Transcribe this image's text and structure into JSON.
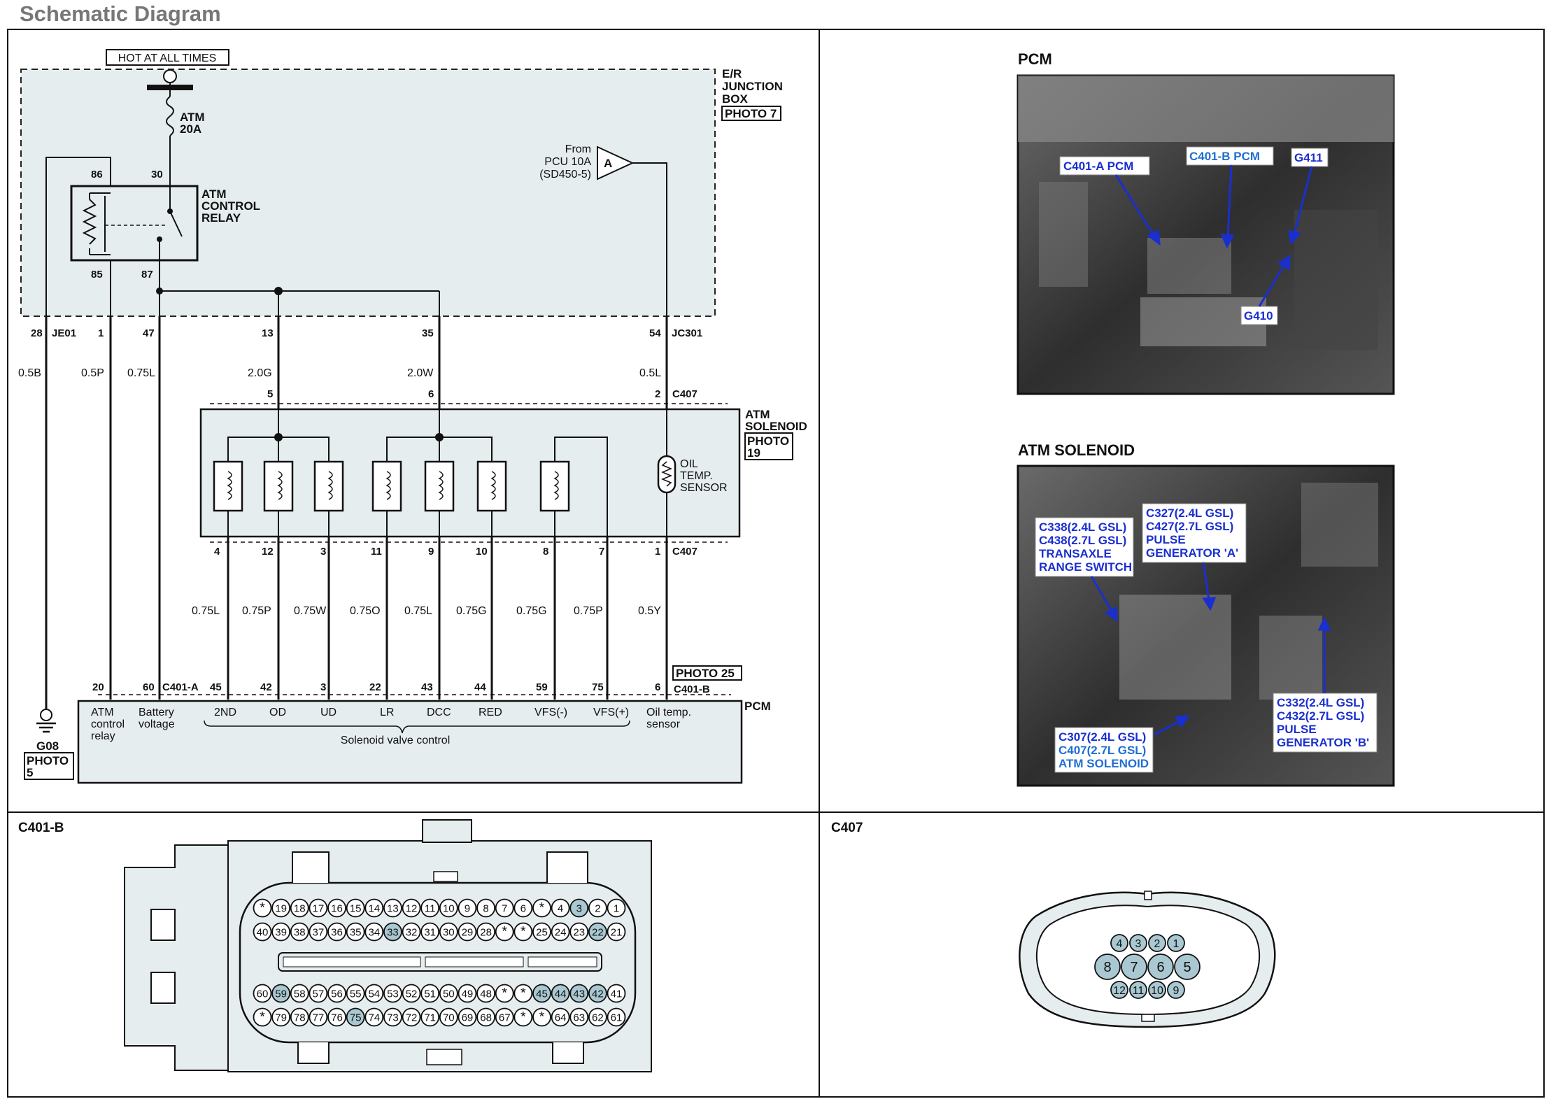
{
  "page_title": "Schematic Diagram",
  "hot_label": "HOT AT ALL TIMES",
  "fuse": {
    "name": "ATM",
    "rating": "20A"
  },
  "junction_box": {
    "line1": "E/R",
    "line2": "JUNCTION",
    "line3": "BOX",
    "photo": "PHOTO 7"
  },
  "relay": {
    "line1": "ATM",
    "line2": "CONTROL",
    "line3": "RELAY",
    "pins": [
      "86",
      "30",
      "85",
      "87"
    ]
  },
  "from_pcu": {
    "line1": "From",
    "line2": "PCU 10A",
    "line3": "(SD450-5)",
    "tag": "A"
  },
  "connectors": {
    "je01": "JE01",
    "jc301": "JC301",
    "c407": "C407",
    "c401a": "C401-A",
    "c401b": "C401-B"
  },
  "je_pins": [
    "28",
    "1",
    "47",
    "13",
    "35",
    "54"
  ],
  "upper_wires": [
    "0.5B",
    "0.5P",
    "0.75L",
    "2.0G",
    "2.0W",
    "0.5L"
  ],
  "c407_top_pins": [
    "5",
    "6",
    "2"
  ],
  "solenoid_block": {
    "line1": "ATM",
    "line2": "SOLENOID",
    "photo_line1": "PHOTO",
    "photo_line2": "19"
  },
  "oil_sensor": {
    "line1": "OIL",
    "line2": "TEMP.",
    "line3": "SENSOR"
  },
  "c407_bottom_pins": [
    "4",
    "12",
    "3",
    "11",
    "9",
    "10",
    "8",
    "7",
    "1"
  ],
  "lower_wires": [
    "0.75L",
    "0.75P",
    "0.75W",
    "0.75O",
    "0.75L",
    "0.75G",
    "0.75G",
    "0.75P",
    "0.5Y"
  ],
  "pcm_pins_a": [
    "20",
    "60"
  ],
  "pcm_pins_b": [
    "45",
    "42",
    "3",
    "22",
    "43",
    "44",
    "59",
    "75",
    "6"
  ],
  "photo25": "PHOTO 25",
  "pcm": {
    "title": "PCM",
    "relay_term": [
      "ATM",
      "control",
      "relay"
    ],
    "battery_term": [
      "Battery",
      "voltage"
    ],
    "solenoid_terms": [
      "2ND",
      "OD",
      "UD",
      "LR",
      "DCC",
      "RED",
      "VFS(-)",
      "VFS(+)"
    ],
    "oil_term": [
      "Oil temp.",
      "sensor"
    ],
    "valve_label": "Solenoid valve control"
  },
  "ground": {
    "name": "G08",
    "photo_line1": "PHOTO",
    "photo_line2": "5"
  },
  "photo_pcm": {
    "title": "PCM",
    "callouts": {
      "c401a": "C401-A PCM",
      "c401b": "C401-B PCM",
      "g411": "G411",
      "g410": "G410"
    }
  },
  "photo_solenoid": {
    "title": "ATM SOLENOID",
    "callout1": [
      "C338(2.4L GSL)",
      "C438(2.7L GSL)",
      "TRANSAXLE",
      "RANGE SWITCH"
    ],
    "callout2": [
      "C327(2.4L GSL)",
      "C427(2.7L GSL)",
      "PULSE",
      "GENERATOR 'A'"
    ],
    "callout3": [
      "C307(2.4L GSL)",
      "C407(2.7L GSL)",
      "ATM SOLENOID"
    ],
    "callout4": [
      "C332(2.4L GSL)",
      "C432(2.7L GSL)",
      "PULSE",
      "GENERATOR 'B'"
    ]
  },
  "c401b_view": {
    "title": "C401-B",
    "rows": [
      [
        "*",
        "19",
        "18",
        "17",
        "16",
        "15",
        "14",
        "13",
        "12",
        "11",
        "10",
        "9",
        "8",
        "7",
        "6",
        "*",
        "4",
        "3",
        "2",
        "1"
      ],
      [
        "40",
        "39",
        "38",
        "37",
        "36",
        "35",
        "34",
        "33",
        "32",
        "31",
        "30",
        "29",
        "28",
        "*",
        "*",
        "25",
        "24",
        "23",
        "22",
        "21"
      ],
      [
        "60",
        "59",
        "58",
        "57",
        "56",
        "55",
        "54",
        "53",
        "52",
        "51",
        "50",
        "49",
        "48",
        "*",
        "*",
        "45",
        "44",
        "43",
        "42",
        "41"
      ],
      [
        "*",
        "79",
        "78",
        "77",
        "76",
        "75",
        "74",
        "73",
        "72",
        "71",
        "70",
        "69",
        "68",
        "67",
        "*",
        "*",
        "64",
        "63",
        "62",
        "61"
      ]
    ],
    "used_pins": [
      "3",
      "22",
      "33",
      "42",
      "43",
      "44",
      "45",
      "59",
      "75"
    ]
  },
  "c407_view": {
    "title": "C407",
    "row_top": [
      "4",
      "3",
      "2",
      "1"
    ],
    "row_mid": [
      "8",
      "7",
      "6",
      "5"
    ],
    "row_bot": [
      "12",
      "11",
      "10",
      "9"
    ],
    "used_pins": [
      "4",
      "8",
      "7",
      "6",
      "5",
      "12",
      "11",
      "9",
      "1",
      "2",
      "3",
      "10"
    ]
  },
  "colors": {
    "panel_fill": "#e6edef",
    "pin_used": "#a9c8d2",
    "callout_blue": "#1a2fcf",
    "callout_lightblue": "#1f6fd0"
  }
}
